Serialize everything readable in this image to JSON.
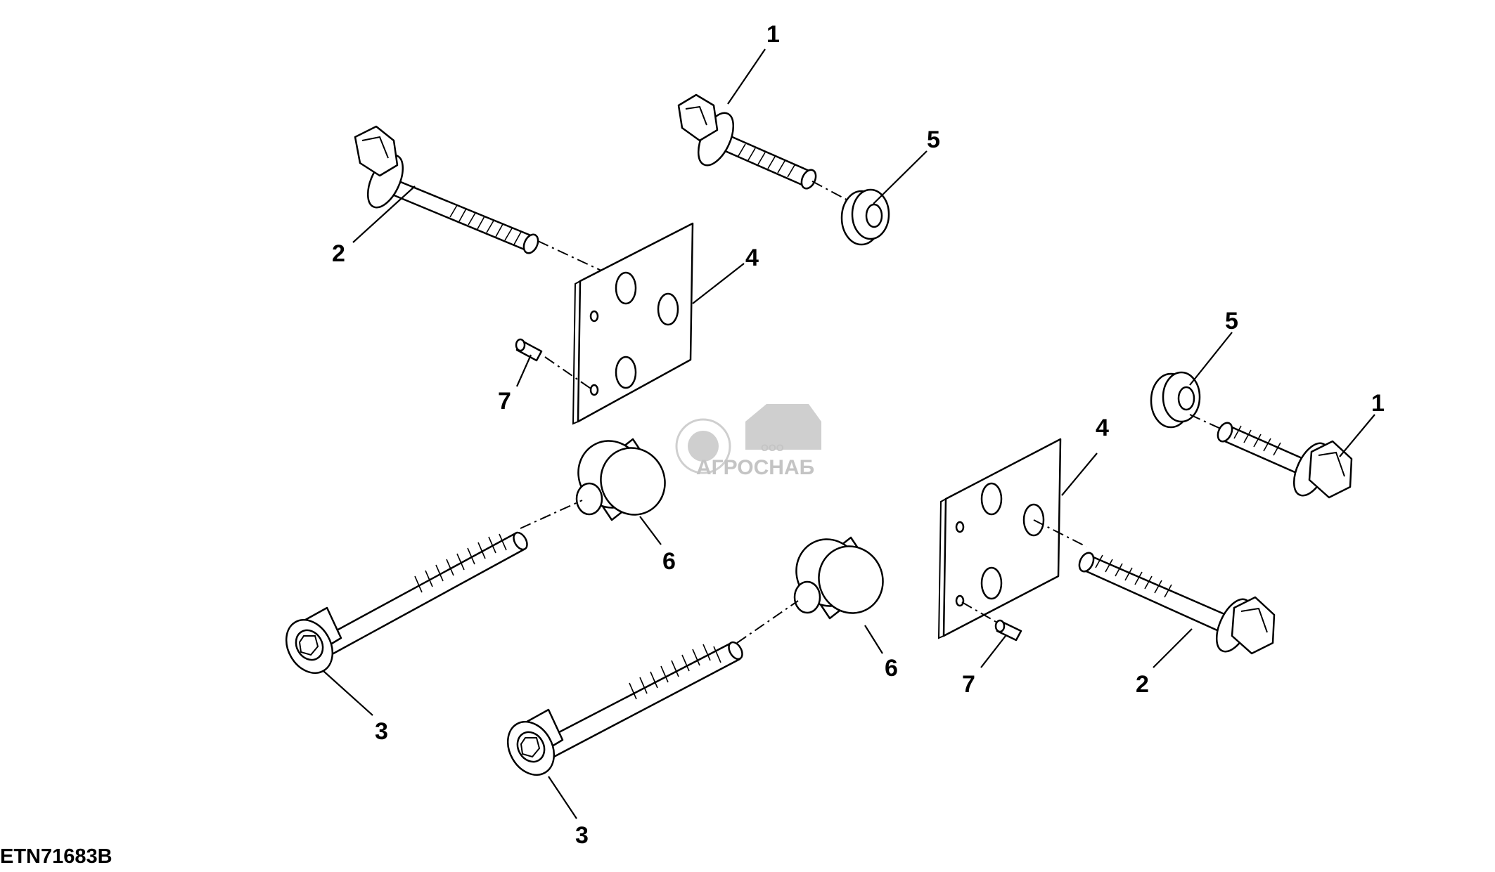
{
  "figure": {
    "code": "ETN71683B",
    "callouts": {
      "c1a": "1",
      "c1b": "1",
      "c2a": "2",
      "c2b": "2",
      "c3a": "3",
      "c3b": "3",
      "c4a": "4",
      "c4b": "4",
      "c5a": "5",
      "c5b": "5",
      "c6a": "6",
      "c6b": "6",
      "c7a": "7",
      "c7b": "7"
    }
  },
  "watermark": {
    "small": "ООО",
    "name": "АГРОСНАБ"
  }
}
